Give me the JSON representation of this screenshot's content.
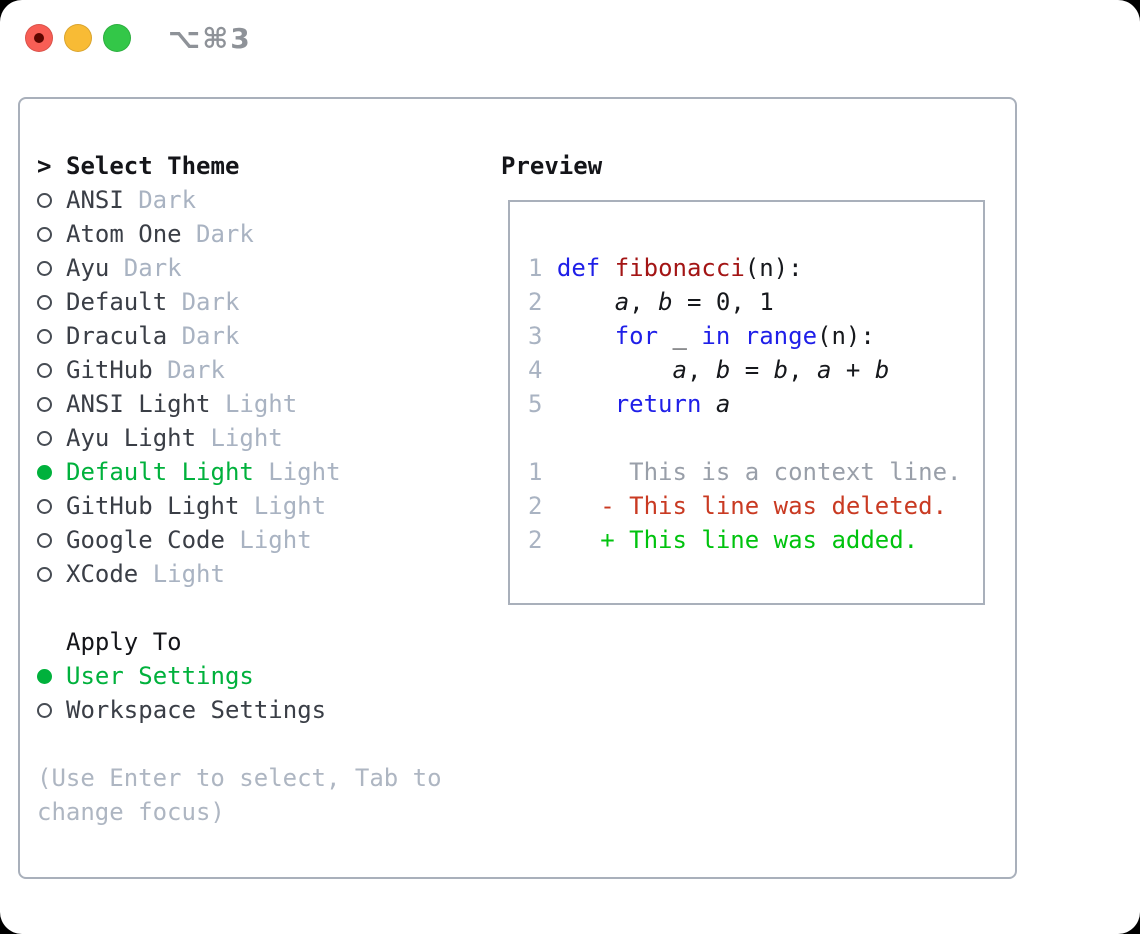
{
  "titlebar": {
    "shortcut": "⌥⌘3"
  },
  "theme_list": {
    "title": "Select Theme",
    "items": [
      {
        "name": "ANSI",
        "tag": "Dark",
        "selected": false
      },
      {
        "name": "Atom One",
        "tag": "Dark",
        "selected": false
      },
      {
        "name": "Ayu",
        "tag": "Dark",
        "selected": false
      },
      {
        "name": "Default",
        "tag": "Dark",
        "selected": false
      },
      {
        "name": "Dracula",
        "tag": "Dark",
        "selected": false
      },
      {
        "name": "GitHub",
        "tag": "Dark",
        "selected": false
      },
      {
        "name": "ANSI Light",
        "tag": "Light",
        "selected": false
      },
      {
        "name": "Ayu Light",
        "tag": "Light",
        "selected": false
      },
      {
        "name": "Default Light",
        "tag": "Light",
        "selected": true
      },
      {
        "name": "GitHub Light",
        "tag": "Light",
        "selected": false
      },
      {
        "name": "Google Code",
        "tag": "Light",
        "selected": false
      },
      {
        "name": "XCode",
        "tag": "Light",
        "selected": false
      }
    ]
  },
  "apply_to": {
    "title": "Apply To",
    "options": [
      {
        "label": "User Settings",
        "selected": true
      },
      {
        "label": "Workspace Settings",
        "selected": false
      }
    ]
  },
  "hint": {
    "line1": "(Use Enter to select, Tab to",
    "line2": "change focus)"
  },
  "preview": {
    "title": "Preview",
    "lines": [
      {
        "num": "1",
        "tokens": [
          [
            "tk-pl",
            " "
          ],
          [
            "tk-kw",
            "def"
          ],
          [
            "tk-pl",
            " "
          ],
          [
            "tk-fn",
            "fibonacci"
          ],
          [
            "tk-pl",
            "(n):"
          ]
        ]
      },
      {
        "num": "2",
        "tokens": [
          [
            "tk-pl",
            "     "
          ],
          [
            "tk-var",
            "a"
          ],
          [
            "tk-pl",
            ", "
          ],
          [
            "tk-var",
            "b"
          ],
          [
            "tk-pl",
            " = 0, 1"
          ]
        ]
      },
      {
        "num": "3",
        "tokens": [
          [
            "tk-pl",
            "     "
          ],
          [
            "tk-kw",
            "for"
          ],
          [
            "tk-pl",
            " _ "
          ],
          [
            "tk-kw",
            "in"
          ],
          [
            "tk-pl",
            " "
          ],
          [
            "tk-kw",
            "range"
          ],
          [
            "tk-pl",
            "(n):"
          ]
        ]
      },
      {
        "num": "4",
        "tokens": [
          [
            "tk-pl",
            "         "
          ],
          [
            "tk-var",
            "a"
          ],
          [
            "tk-pl",
            ", "
          ],
          [
            "tk-var",
            "b"
          ],
          [
            "tk-pl",
            " = "
          ],
          [
            "tk-var",
            "b"
          ],
          [
            "tk-pl",
            ", "
          ],
          [
            "tk-var",
            "a"
          ],
          [
            "tk-pl",
            " + "
          ],
          [
            "tk-var",
            "b"
          ]
        ]
      },
      {
        "num": "5",
        "tokens": [
          [
            "tk-pl",
            "     "
          ],
          [
            "tk-kw",
            "return"
          ],
          [
            "tk-pl",
            " "
          ],
          [
            "tk-var",
            "a"
          ]
        ]
      },
      {
        "num": "",
        "tokens": []
      },
      {
        "num": "1",
        "tokens": [
          [
            "tk-ctx",
            "      This is a context line."
          ]
        ]
      },
      {
        "num": "2",
        "tokens": [
          [
            "tk-del",
            "    - This line was deleted."
          ]
        ]
      },
      {
        "num": "2",
        "tokens": [
          [
            "tk-add",
            "    + This line was added."
          ]
        ]
      }
    ]
  },
  "colors": {
    "window_bg": "#ffffff",
    "panel_border": "#a9b0bb",
    "item_text": "#3a3e46",
    "tag_text": "#a9b3c2",
    "hint_text": "#aeb6c2",
    "selection_green": "#00b13c",
    "keyword_blue": "#1f1fe8",
    "function_red": "#a31515",
    "deleted_red": "#c93a22",
    "added_green": "#00c30e",
    "line_number_gray": "#a9b3c2",
    "traffic_red": "#f85e55",
    "traffic_yellow": "#f8bb35",
    "traffic_green": "#33c748",
    "shortcut_gray": "#8e9298"
  }
}
